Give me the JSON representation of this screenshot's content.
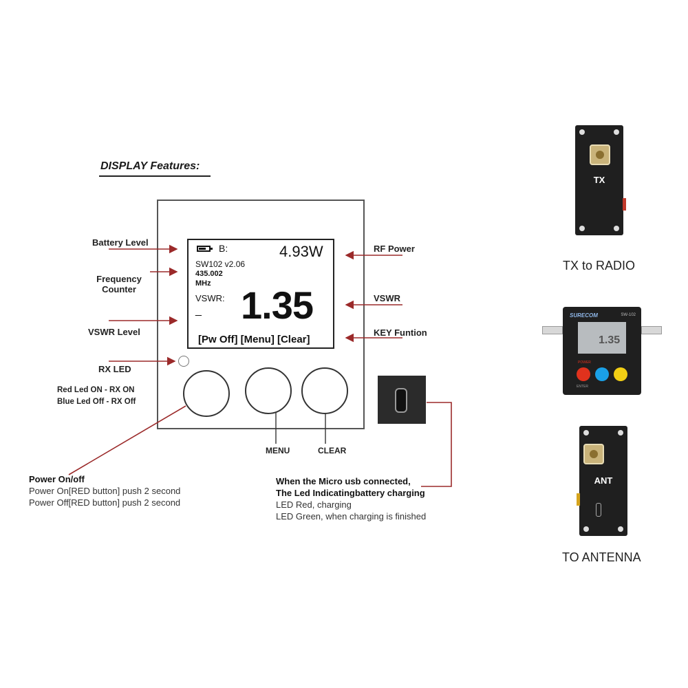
{
  "title": "DISPLAY Features:",
  "left_labels": {
    "battery_level": "Battery Level",
    "frequency_counter_line1": "Frequency",
    "frequency_counter_line2": "Counter",
    "vswr_level": "VSWR Level",
    "rx_led": "RX LED",
    "red_led": "Red Led  ON - RX  ON",
    "blue_led": "Blue  Led Off - RX  Off"
  },
  "right_labels": {
    "rf_power": "RF Power",
    "vswr": "VSWR",
    "key_function": "KEY Funtion"
  },
  "screen": {
    "battery_letter": "B:",
    "power": "4.93W",
    "model": "SW102 v2.06",
    "frequency": "435.002",
    "frequency_unit": "MHz",
    "vswr_label": "VSWR:",
    "vswr_value": "1.35",
    "level_bar": "_",
    "keys": "[Pw Off] [Menu] [Clear]"
  },
  "buttons": {
    "menu": "MENU",
    "clear": "CLEAR"
  },
  "power_note": {
    "heading": "Power On/off",
    "line1": "Power On[RED button] push 2 second",
    "line2": "Power Off[RED button] push 2 second"
  },
  "usb_note": {
    "line1": "When the Micro usb connected,",
    "line2": "The Led Indicatingbattery charging",
    "line3": "LED Red, charging",
    "line4": "LED Green, when charging is finished"
  },
  "photos": {
    "tx_label": "TX",
    "ant_label": "ANT",
    "tx_caption": "TX to RADIO",
    "ant_caption": "TO ANTENNA",
    "device_brand": "SURECOM",
    "device_model": "SW-102",
    "device_lcd": "1.35",
    "device_power": "POWER",
    "device_enter": "ENTER"
  },
  "colors": {
    "arrow": "#9b2a2a",
    "button_red": "#e0321d",
    "button_blue": "#1aa0e6",
    "button_yellow": "#f2cf14",
    "device_body": "#1f1f1f"
  }
}
